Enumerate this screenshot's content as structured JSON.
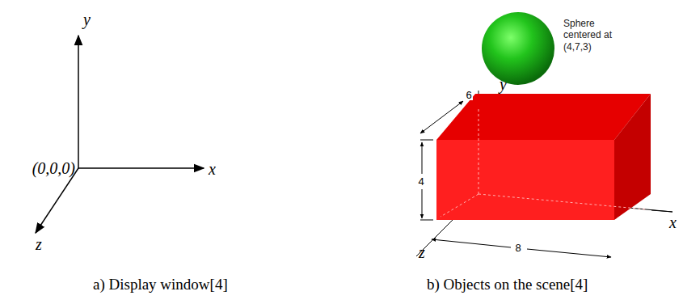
{
  "diagram": {
    "nodes": [
      {
        "text": [
          "Sphere centered at (4,7,3)"
        ]
      }
    ],
    "labels": [
      "y",
      "x",
      "z",
      "(0,0,0)",
      "y",
      "x",
      "z",
      "6",
      "4",
      "8",
      "a) Display window[4]",
      "b) Objects on the scene[4]"
    ]
  }
}
